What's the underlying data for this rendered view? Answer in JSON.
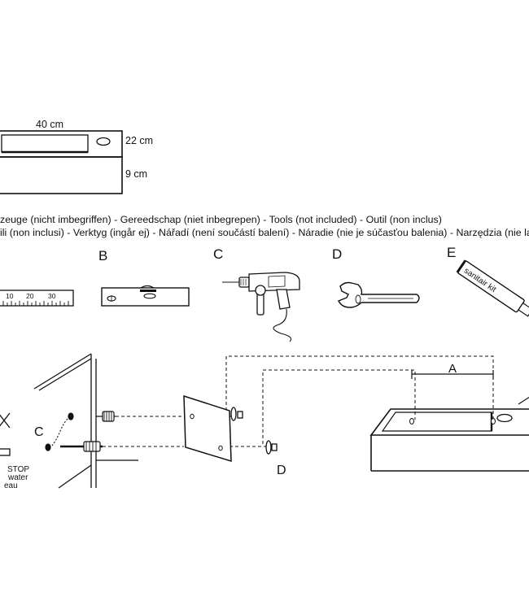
{
  "dimensions": {
    "width_label": "40 cm",
    "depth_label": "22 cm",
    "height_label": "9 cm"
  },
  "tools": {
    "line1": "zeuge (nicht imbegriffen) - Gereedschap (niet inbegrepen) - Tools (not included) - Outil (non inclus)",
    "line2": "ili (non inclusi) - Verktyg (ingår ej) - Nářadí (není součástí balení) - Náradie (nie je súčasťou balenia) - Narzędzia (nie la",
    "letters": [
      "B",
      "C",
      "D",
      "E"
    ],
    "ruler_ticks": [
      "10",
      "20",
      "30"
    ],
    "sanitair_kit_label": "sanitair kit"
  },
  "installation": {
    "label_c": "C",
    "label_d": "D",
    "label_a": "A",
    "stop_label": "STOP",
    "water_label": "water",
    "eau_label": "eau"
  }
}
